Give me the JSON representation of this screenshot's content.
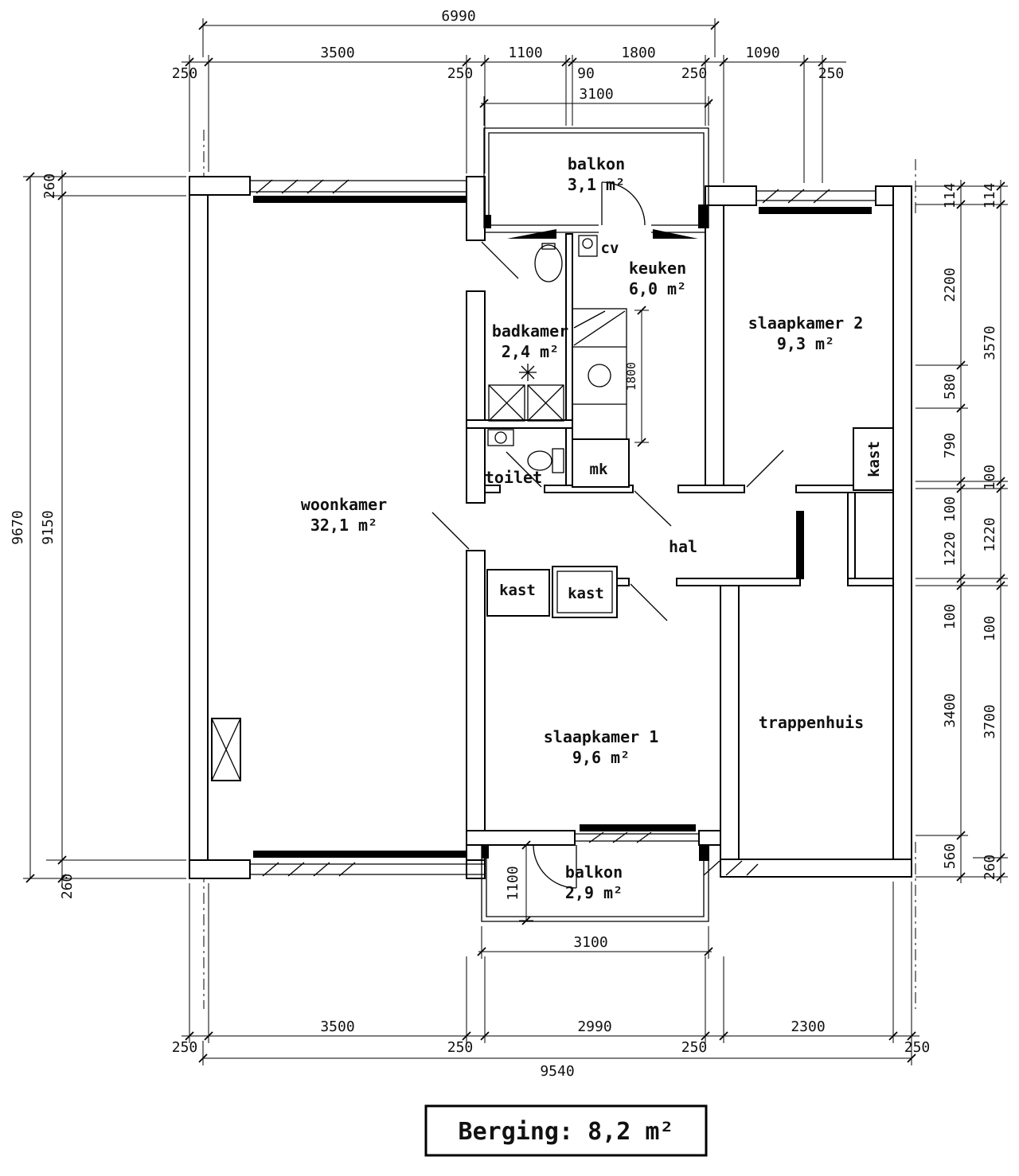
{
  "rooms": {
    "balkon_top": {
      "label": "balkon",
      "area": "3,1 m²"
    },
    "keuken": {
      "label": "keuken",
      "area": "6,0 m²"
    },
    "badkamer": {
      "label": "badkamer",
      "area": "2,4 m²"
    },
    "slaapkamer2": {
      "label": "slaapkamer 2",
      "area": "9,3 m²"
    },
    "woonkamer": {
      "label": "woonkamer",
      "area": "32,1 m²"
    },
    "slaapkamer1": {
      "label": "slaapkamer 1",
      "area": "9,6 m²"
    },
    "balkon_bottom": {
      "label": "balkon",
      "area": "2,9 m²"
    },
    "toilet": {
      "label": "toilet"
    },
    "hal": {
      "label": "hal"
    },
    "trappenhuis": {
      "label": "trappenhuis"
    },
    "mk": {
      "label": "mk"
    },
    "cv": {
      "label": "cv"
    },
    "kast_hal_left": {
      "label": "kast"
    },
    "kast_hal_right": {
      "label": "kast"
    },
    "kast_slaapkamer2": {
      "label": "kast"
    }
  },
  "dims": {
    "top": {
      "total": "6990",
      "seg_3500": "3500",
      "seg_1100": "1100",
      "seg_1800": "1800",
      "seg_1090": "1090",
      "sub_250a": "250",
      "sub_250b": "250",
      "sub_90": "90",
      "sub_250c": "250",
      "sub_250d": "250",
      "balkon": "3100"
    },
    "left": {
      "top_260": "260",
      "total": "9670",
      "inner": "9150",
      "bottom_260": "260"
    },
    "right_inner": {
      "s1": "114",
      "s2": "2200",
      "s3": "580",
      "s4": "790",
      "s5": "100",
      "s6": "1220",
      "s7": "100",
      "s8": "3400",
      "s9": "560"
    },
    "right_outer": {
      "s1": "114",
      "s2": "3570",
      "s3": "100",
      "s4": "1220",
      "s5": "100",
      "s6": "3700",
      "s7": "260"
    },
    "inplan": {
      "keuken_depth": "1800",
      "balkon_depth": "1100"
    },
    "bottom": {
      "balkon": "3100",
      "seg_3500": "3500",
      "seg_2990": "2990",
      "seg_2300": "2300",
      "sub_250a": "250",
      "sub_250b": "250",
      "sub_250c": "250",
      "sub_250d": "250",
      "total": "9540"
    }
  },
  "footer": {
    "label": "Berging: 8,2 m²"
  }
}
